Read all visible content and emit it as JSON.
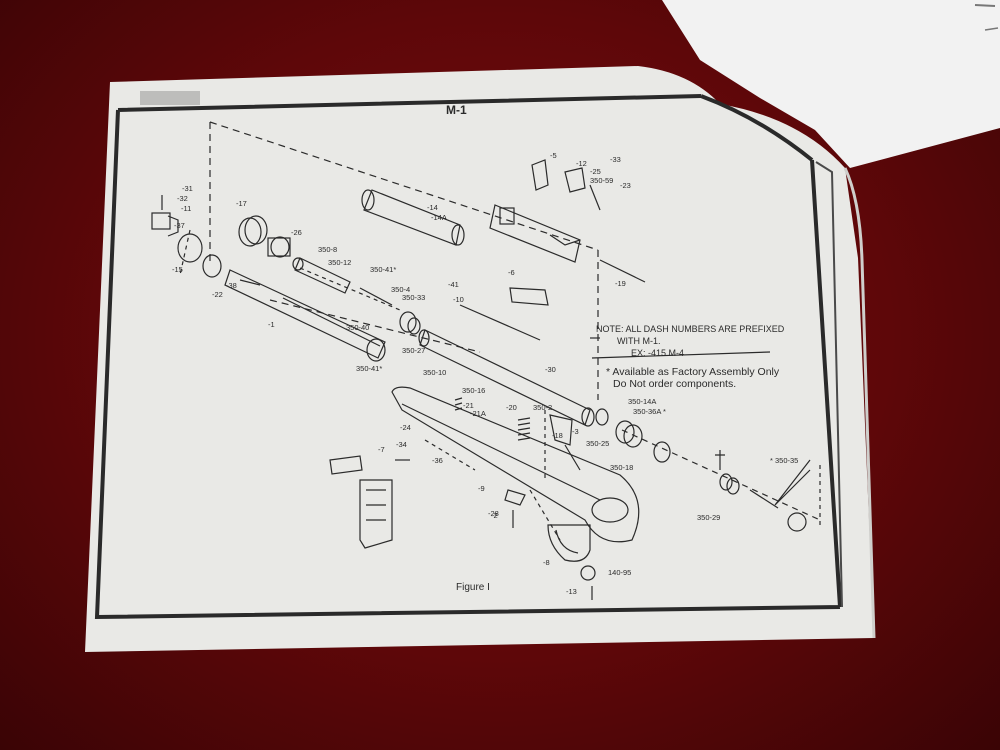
{
  "diagram": {
    "title": "M-1",
    "note_lines": [
      "NOTE: ALL DASH NUMBERS ARE PREFIXED",
      "WITH M-1.",
      "EX: -415 M-4"
    ],
    "availability_lines": [
      "* Available as Factory Assembly Only",
      "Do Not order components."
    ],
    "caption": "Figure I",
    "part_labels": [
      "-31",
      "-32",
      "-11",
      "-37",
      "-15",
      "-17",
      "-26",
      "350-8",
      "350-12",
      "-14",
      "-14A",
      "350-41*",
      "-41",
      "-6",
      "-10",
      "350-4",
      "350-33",
      "-38",
      "-22",
      "-1",
      "350-40",
      "350-27",
      "350-41*",
      "-30",
      "-5",
      "-12",
      "-33",
      "-25",
      "350-59",
      "-23",
      "-19",
      "350-10",
      "350-16",
      "-21",
      "-21A",
      "-20",
      "350-2",
      "-3",
      "350-14A",
      "350-36A *",
      "350-25",
      "-24",
      "-34",
      "-36",
      "-7",
      "-9",
      "-2",
      "-18",
      "-28",
      "350-18",
      "* 350-35",
      "350-29",
      "-8",
      "140-95",
      "-13"
    ]
  },
  "colors": {
    "paper": "#e9e9e6",
    "ink": "#2b2b2b",
    "background": "#5e0709"
  }
}
